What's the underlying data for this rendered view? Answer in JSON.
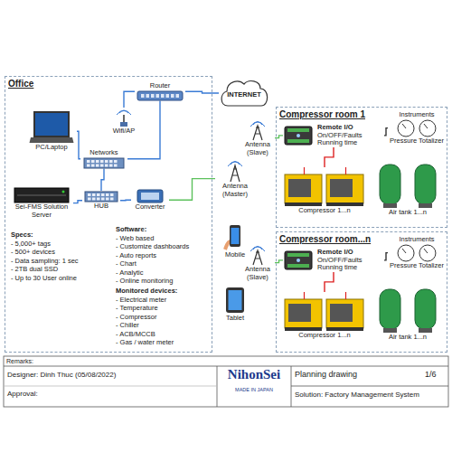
{
  "diagram": {
    "nodes": [
      {
        "text": [
          "Office"
        ]
      },
      {
        "text": [
          "Router"
        ],
        "in": 0
      },
      {
        "text": [
          "Wifi/AP"
        ],
        "in": 0
      },
      {
        "text": [
          "PC/Laptop"
        ],
        "in": 0
      },
      {
        "text": [
          "Networks"
        ],
        "in": 0
      },
      {
        "text": [
          "Sei-FMS Solution Server"
        ],
        "in": 0
      },
      {
        "text": [
          "HUB"
        ],
        "in": 0
      },
      {
        "text": [
          "Converter"
        ],
        "in": 0
      },
      {
        "text": [
          "INTERNET"
        ]
      },
      {
        "text": [
          "Antenna (Master)"
        ]
      },
      {
        "text": [
          "Mobile"
        ]
      },
      {
        "text": [
          "Tablet"
        ]
      },
      {
        "text": [
          "Antenna (Slave)"
        ]
      },
      {
        "text": [
          "Compressor room 1"
        ]
      },
      {
        "text": [
          "Remote I/O",
          "On/OFF/Faults Running time"
        ],
        "in": 13
      },
      {
        "text": [
          "Instruments",
          "Pressure Totalizer"
        ],
        "in": 13
      },
      {
        "text": [
          "Compressor 1...n"
        ],
        "in": 13
      },
      {
        "text": [
          "Air tank 1...n"
        ],
        "in": 13
      },
      {
        "text": [
          "Antenna (Slave)"
        ]
      },
      {
        "text": [
          "Compressor room...n"
        ]
      },
      {
        "text": [
          "Remote I/O",
          "On/OFF/Faults Running time"
        ],
        "in": 19
      },
      {
        "text": [
          "Instruments",
          "Pressure Totalizer"
        ],
        "in": 19
      },
      {
        "text": [
          "Compressor 1...n"
        ],
        "in": 19
      },
      {
        "text": [
          "Air tank 1...n"
        ],
        "in": 19
      }
    ],
    "edges": [
      {
        "from": 1,
        "to": 8,
        "arrow": "none"
      },
      {
        "from": 2,
        "to": 1,
        "arrow": "none"
      },
      {
        "from": 3,
        "to": 4,
        "arrow": "none"
      },
      {
        "from": 4,
        "to": 1,
        "arrow": "none"
      },
      {
        "from": 4,
        "to": 6,
        "arrow": "none"
      },
      {
        "from": 6,
        "to": 5,
        "arrow": "none"
      },
      {
        "from": 6,
        "to": 7,
        "arrow": "none"
      },
      {
        "from": 7,
        "to": 9,
        "arrow": "none"
      },
      {
        "from": 12,
        "to": 14,
        "arrow": "none"
      },
      {
        "from": 14,
        "to": 15,
        "arrow": "none"
      },
      {
        "from": 14,
        "to": 16,
        "arrow": "none"
      },
      {
        "from": 18,
        "to": 20,
        "arrow": "none"
      },
      {
        "from": 20,
        "to": 21,
        "arrow": "none"
      },
      {
        "from": 20,
        "to": 22,
        "arrow": "none"
      }
    ],
    "labels": [
      "Specs:",
      "- 5,000+ tags",
      "- 500+ devices",
      "- Data sampling: 1 sec",
      "- 2TB dual SSD",
      "- Up to 30 User online",
      "Software:",
      "- Web based",
      "- Customize dashboards",
      "- Auto reports",
      "- Chart",
      "- Analytic",
      "- Online monitoring",
      "Monitored devices:",
      "- Electrical meter",
      "- Temperature",
      "- Compressor",
      "- Chiller",
      "- ACB/MCCB",
      "- Gas / water meter",
      "Remarks:",
      "Designer: Dinh Thuc (05/08/2022)",
      "Approval:",
      "NihonSei",
      "MADE IN JAPAN",
      "Planning drawing",
      "1/6",
      "Solution: Factory Management System"
    ]
  }
}
